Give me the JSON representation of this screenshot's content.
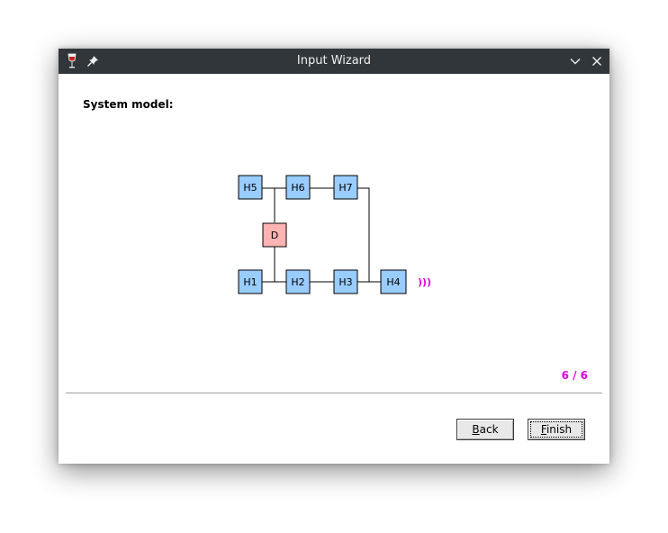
{
  "window": {
    "title": "Input Wizard",
    "icons": [
      "wine-glass-app-icon",
      "pin-icon",
      "chevron-down-icon",
      "close-icon"
    ]
  },
  "content": {
    "section_label": "System model:",
    "page_indicator": "6 / 6"
  },
  "diagram": {
    "nodes": [
      {
        "id": "H5",
        "label": "H5",
        "kind": "host"
      },
      {
        "id": "H6",
        "label": "H6",
        "kind": "host"
      },
      {
        "id": "H7",
        "label": "H7",
        "kind": "host"
      },
      {
        "id": "D",
        "label": "D",
        "kind": "device"
      },
      {
        "id": "H1",
        "label": "H1",
        "kind": "host"
      },
      {
        "id": "H2",
        "label": "H2",
        "kind": "host"
      },
      {
        "id": "H3",
        "label": "H3",
        "kind": "host"
      },
      {
        "id": "H4",
        "label": "H4",
        "kind": "host"
      }
    ],
    "edges": [
      [
        "H5",
        "H6"
      ],
      [
        "H6",
        "H7"
      ],
      [
        "H7",
        "H4"
      ],
      [
        "H6",
        "D"
      ],
      [
        "D",
        "H1"
      ],
      [
        "H1",
        "H2"
      ],
      [
        "H2",
        "H3"
      ],
      [
        "H3",
        "H4"
      ]
    ],
    "signal_indicator": ")))",
    "colors": {
      "host": "#99ccff",
      "device": "#ffb3b3",
      "signal": "#e000e0"
    }
  },
  "buttons": {
    "back_first": "B",
    "back_rest": "ack",
    "finish_first": "F",
    "finish_rest": "inish"
  }
}
